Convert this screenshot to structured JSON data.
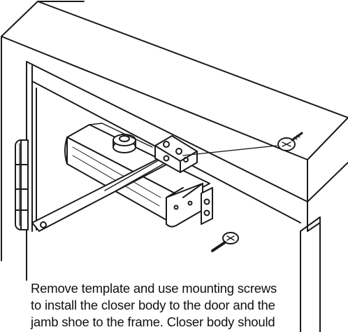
{
  "instruction": {
    "lines": [
      "Remove template and use mounting screws",
      "to install the closer body to the door and the",
      "jamb shoe to the frame. Closer body should"
    ]
  },
  "colors": {
    "line": "#1a1a1a",
    "background": "#ffffff",
    "text": "#111111"
  }
}
